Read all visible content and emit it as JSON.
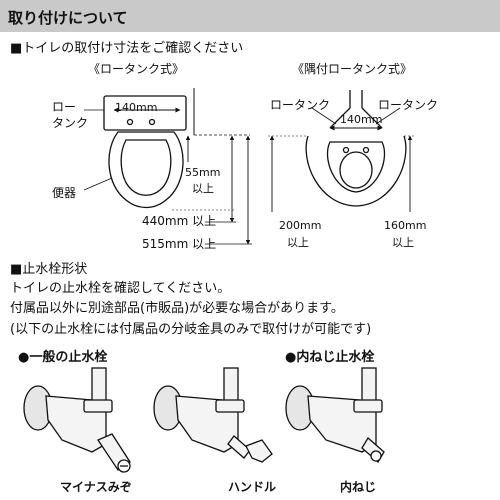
{
  "header": {
    "title": "取り付けについて"
  },
  "dimensions": {
    "heading": "■トイレの取付け寸法をご確認ください",
    "low_tank_type": "《ロータンク式》",
    "corner_low_tank_type": "《隅付ロータンク式》",
    "low_tank_label_line1": "ロー",
    "low_tank_label_line2": "タンク",
    "dim_140mm": "140mm",
    "dim_55mm": "55mm",
    "dim_55mm_above": "以上",
    "toilet_label": "便器",
    "dim_440": "440mm 以上",
    "dim_515": "515mm 以上",
    "corner_left_tank": "ロータンク",
    "corner_right_tank": "ロータンク",
    "corner_140mm": "140mm",
    "dim_200mm": "200mm",
    "dim_200_above": "以上",
    "dim_160mm": "160mm",
    "dim_160_above": "以上"
  },
  "valve": {
    "heading": "■止水栓形状",
    "line1": "トイレの止水栓を確認してください。",
    "line2": "付属品以外に別途部品(市販品)が必要な場合があります。",
    "line3": "(以下の止水栓には付属品の分岐金具のみで取付けが可能です)",
    "general": "●一般の止水栓",
    "internal_thread": "●内ねじ止水栓",
    "minus_groove": "マイナスみぞ",
    "handle": "ハンドル",
    "inner_thread": "内ねじ"
  }
}
